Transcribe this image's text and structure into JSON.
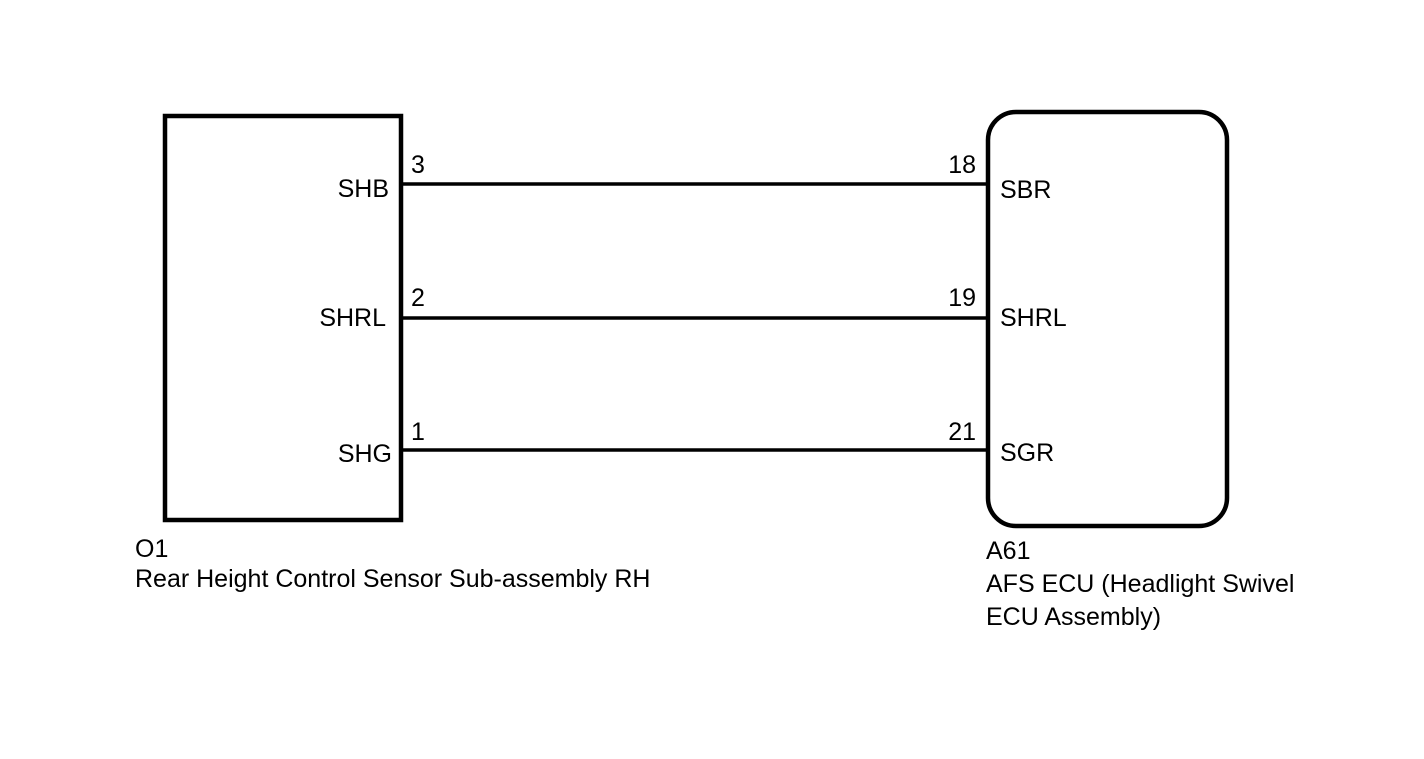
{
  "left_component": {
    "code": "O1",
    "name": "Rear Height Control Sensor Sub-assembly RH",
    "shape": "square-corner rectangle",
    "pins": [
      {
        "pin": "3",
        "signal": "SHB"
      },
      {
        "pin": "2",
        "signal": "SHRL"
      },
      {
        "pin": "1",
        "signal": "SHG"
      }
    ]
  },
  "right_component": {
    "code": "A61",
    "name_line1": "AFS ECU (Headlight Swivel",
    "name_line2": "ECU Assembly)",
    "shape": "rounded rectangle",
    "pins": [
      {
        "pin": "18",
        "signal": "SBR"
      },
      {
        "pin": "19",
        "signal": "SHRL"
      },
      {
        "pin": "21",
        "signal": "SGR"
      }
    ]
  },
  "connections": [
    {
      "from_pin": "3",
      "to_pin": "18"
    },
    {
      "from_pin": "2",
      "to_pin": "19"
    },
    {
      "from_pin": "1",
      "to_pin": "21"
    }
  ],
  "colors": {
    "line": "#000000",
    "background": "#ffffff"
  }
}
